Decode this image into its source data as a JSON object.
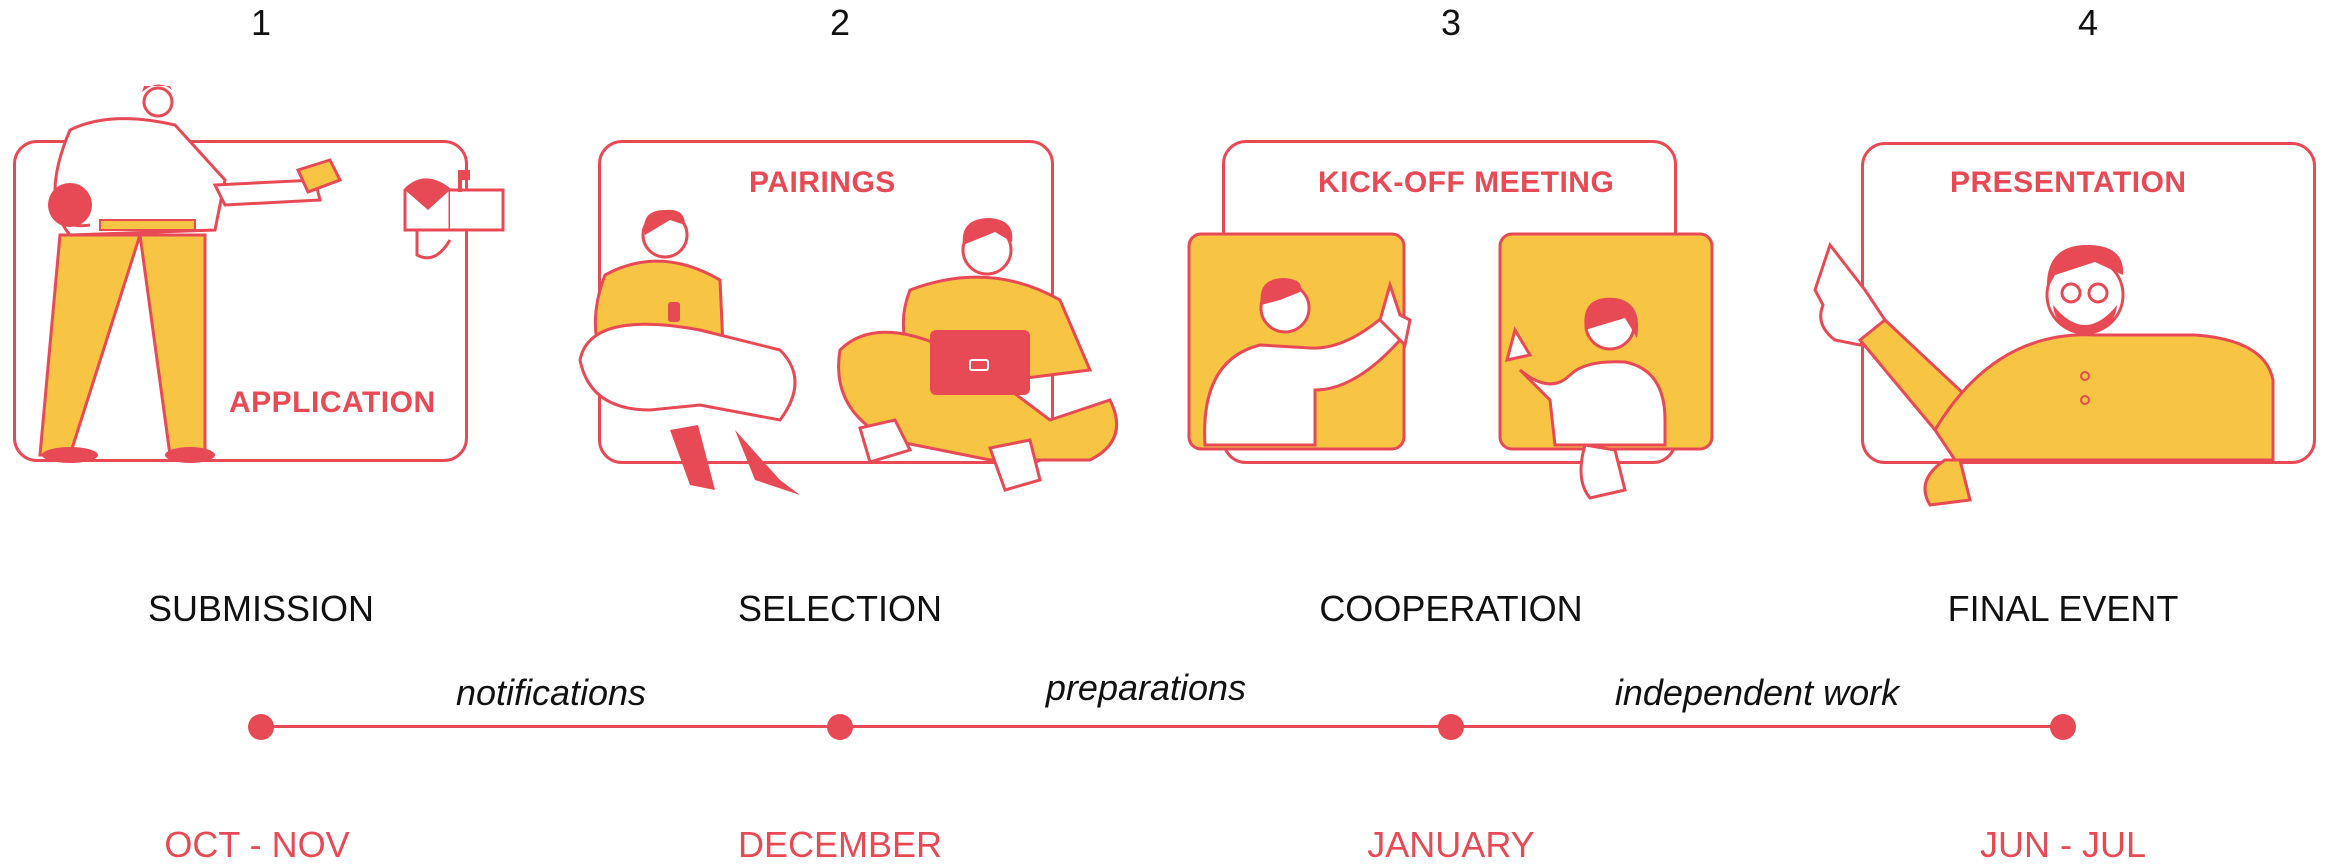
{
  "colors": {
    "accent": "#e84a55",
    "fill": "#f7c443"
  },
  "steps": [
    {
      "number": "1",
      "card_title": "APPLICATION",
      "stage": "SUBMISSION",
      "date": "OCT - NOV"
    },
    {
      "number": "2",
      "card_title": "PAIRINGS",
      "stage": "SELECTION",
      "date": "DECEMBER"
    },
    {
      "number": "3",
      "card_title": "KICK-OFF MEETING",
      "stage": "COOPERATION",
      "date": "JANUARY"
    },
    {
      "number": "4",
      "card_title": "PRESENTATION",
      "stage": "FINAL EVENT",
      "date": "JUN - JUL"
    }
  ],
  "between": [
    "notifications",
    "preparations",
    "independent work"
  ]
}
